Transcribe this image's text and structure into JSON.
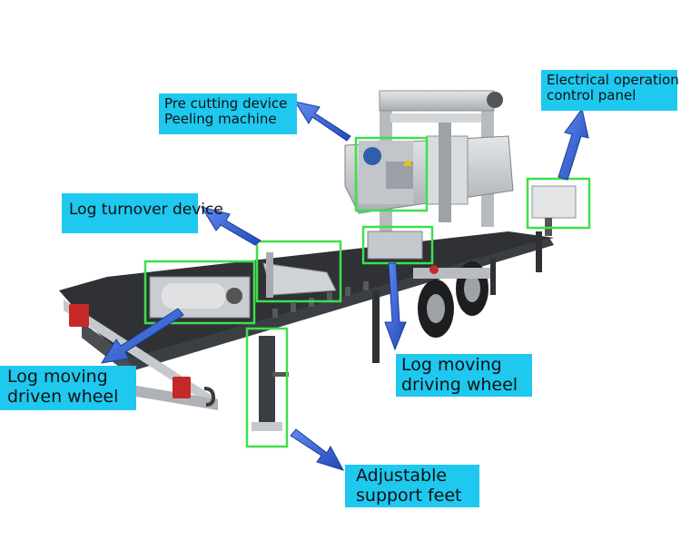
{
  "labels": {
    "precut": [
      "Pre cutting device",
      "Peeling machine"
    ],
    "electric": [
      "Electrical operation",
      " control panel"
    ],
    "turnover": [
      "Log turnover device"
    ],
    "driven": [
      "Log moving",
      "driven wheel"
    ],
    "driving": [
      "Log moving",
      "driving wheel"
    ],
    "feet": [
      "Adjustable",
      "support feet"
    ]
  },
  "colors": {
    "label_bg": "#1ec8ef",
    "highlight_box": "#3ee04a",
    "arrow": "#3a63d6",
    "frame": "#2f3135",
    "steel": "#c9ccd0"
  }
}
